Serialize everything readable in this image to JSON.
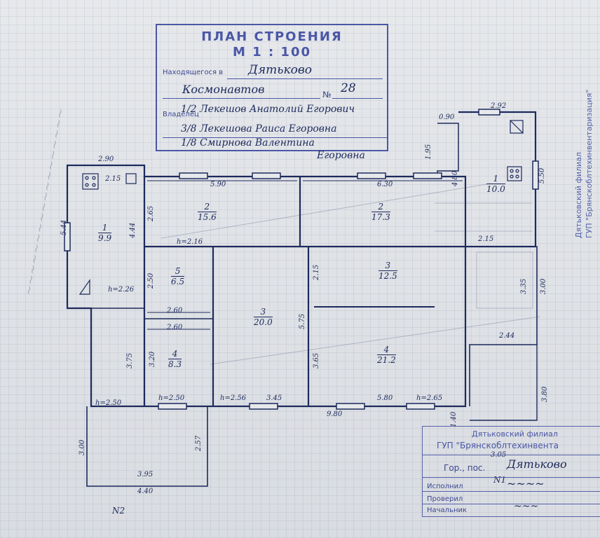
{
  "title_stamp": {
    "line1": "ПЛАН СТРОЕНИЯ",
    "line2": "М 1 : 100",
    "location_label": "Находящегося в",
    "location_value": "Дятьково",
    "street_value": "Космонавтов",
    "number_label": "№",
    "number_value": "28",
    "owner_label": "Владелец",
    "owner_1": "1/2 Лекешов Анатолий Егорович",
    "owner_2": "3/8 Лекешова Раиса Егоровна",
    "owner_3": "1/8 Смирнова Валентина",
    "owner_3b": "Егоровна"
  },
  "rooms": [
    {
      "num": "1",
      "area": "9.9"
    },
    {
      "num": "2",
      "area": "15.6"
    },
    {
      "num": "2",
      "area": "17.3"
    },
    {
      "num": "1",
      "area": "10.0"
    },
    {
      "num": "5",
      "area": "6.5"
    },
    {
      "num": "3",
      "area": "20.0"
    },
    {
      "num": "3",
      "area": "12.5"
    },
    {
      "num": "4",
      "area": "8.3"
    },
    {
      "num": "4",
      "area": "21.2"
    }
  ],
  "dims": {
    "d290": "2.90",
    "d215a": "2.15",
    "d590": "5.90",
    "d630": "6.30",
    "d090": "0.90",
    "d292": "2.92",
    "d544": "5.44",
    "d265": "2.65",
    "d444": "4.44",
    "d195": "1.95",
    "d480": "4.80",
    "d550": "5.50",
    "h216": "h=2.16",
    "h226": "h=2.26",
    "d250": "2.50",
    "d260a": "2.60",
    "d260b": "2.60",
    "d320": "3.20",
    "d375": "3.75",
    "d575": "5.75",
    "d215b": "2.15",
    "d365": "3.65",
    "d215c": "2.15",
    "d335": "3.35",
    "d300": "3.00",
    "d244": "2.44",
    "h250a": "h=2.50",
    "h250b": "h=2.50",
    "h256": "h=2.56",
    "d345": "3.45",
    "d580": "5.80",
    "h265": "h=2.65",
    "d980": "9.80",
    "d380": "3.80",
    "d140": "1.40",
    "d300b": "3.00",
    "d257": "2.57",
    "d395": "3.95",
    "d440": "4.40",
    "d305": "3.05",
    "n2": "N2",
    "lit1": "N1"
  },
  "side_stamp": {
    "line1": "Дятьковский филиал",
    "line2": "ГУП \"Брянскоблтехинвентаризация\""
  },
  "org_stamp": {
    "header1": "Дятьковский филиал",
    "header2": "ГУП \"Брянскоблтехинвента",
    "city_label": "Гор., пос.",
    "city_value": "Дятьково",
    "executor_label": "Исполнил",
    "checked_label": "Проверил",
    "chief_label": "Начальник"
  },
  "colors": {
    "ink": "#1d2a5c",
    "stamp": "#4a57a6",
    "paper": "#e2e4e8"
  }
}
